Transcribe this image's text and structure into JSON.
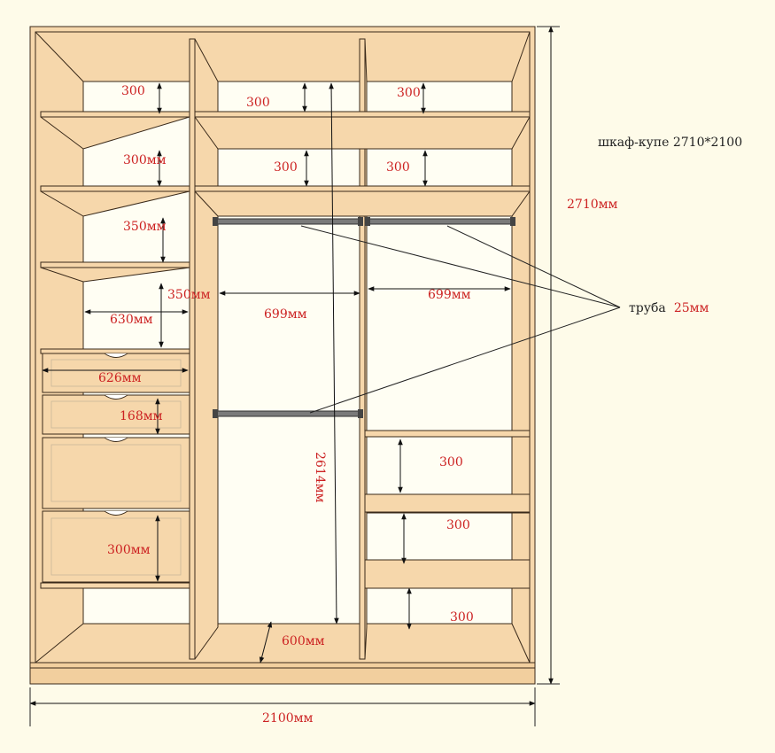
{
  "title": "шкаф-купе 2710*2100",
  "height_label": "2710мм",
  "width_label": "2100мм",
  "pipe_label": {
    "word": "труба",
    "size": "25мм"
  },
  "dims": {
    "l_shelf1": "300",
    "l_shelf2": "300мм",
    "l_shelf3": "350мм",
    "l_section": "350мм",
    "l_width": "630мм",
    "l_drawer_w": "626мм",
    "l_drawer_h": "168мм",
    "l_drawer_big": "300мм",
    "m_shelf1": "300",
    "m_shelf2": "300",
    "m_width": "699мм",
    "m_height": "2614мм",
    "depth": "600мм",
    "r_shelf1": "300",
    "r_shelf2": "300",
    "r_width": "699мм",
    "r_low1": "300",
    "r_low2": "300",
    "r_low3": "300"
  },
  "colors": {
    "wood": "#f6d7ab",
    "wood_edge": "#3a2a1a",
    "interior": "#fffef3",
    "dim_text": "#cc2222",
    "rail": "#555555"
  }
}
